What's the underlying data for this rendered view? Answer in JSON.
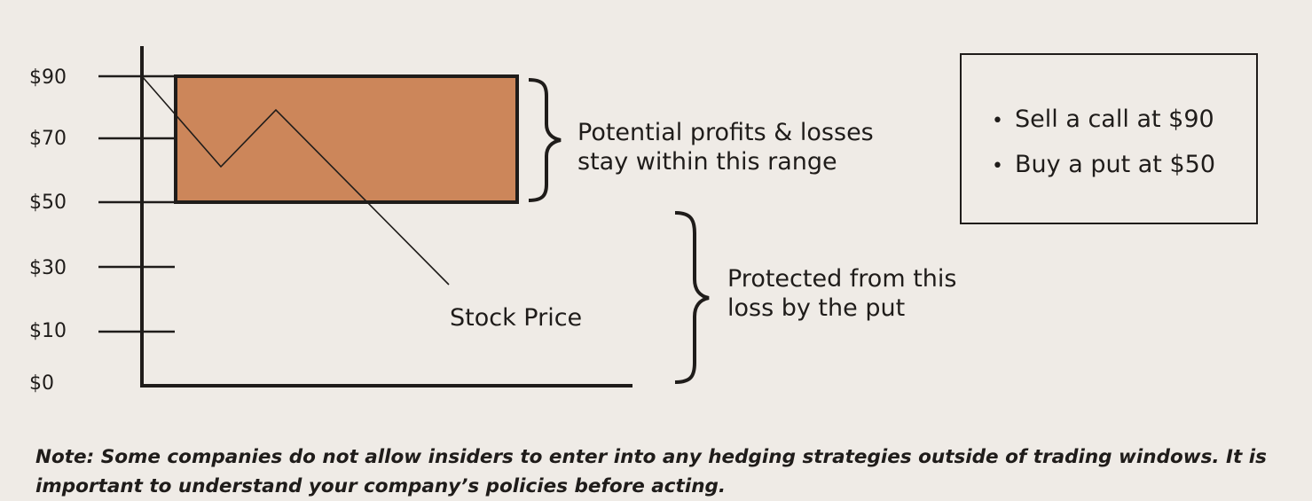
{
  "diagram": {
    "axis_ticks": [
      {
        "label": "$90",
        "value": 90
      },
      {
        "label": "$70",
        "value": 70
      },
      {
        "label": "$50",
        "value": 50
      },
      {
        "label": "$30",
        "value": 30
      },
      {
        "label": "$10",
        "value": 10
      },
      {
        "label": "$0",
        "value": 0
      }
    ],
    "price_range": {
      "low": 50,
      "high": 90,
      "color": "#cc865a"
    },
    "stock_price_label": "Stock Price",
    "range_caption": [
      "Potential profits & losses",
      "stay within this range"
    ],
    "protection_caption": [
      "Protected from this",
      "loss by the put"
    ]
  },
  "legend": {
    "items": [
      "Sell a call at $90",
      "Buy a put at $50"
    ]
  },
  "note": {
    "line1": "Note: Some companies do not allow insiders to enter into any hedging strategies outside of trading windows. It is",
    "line2": "important to understand your company’s policies before acting."
  },
  "colors": {
    "background": "#efebe6",
    "ink": "#1f1c1a",
    "range_fill": "#cc865a"
  }
}
